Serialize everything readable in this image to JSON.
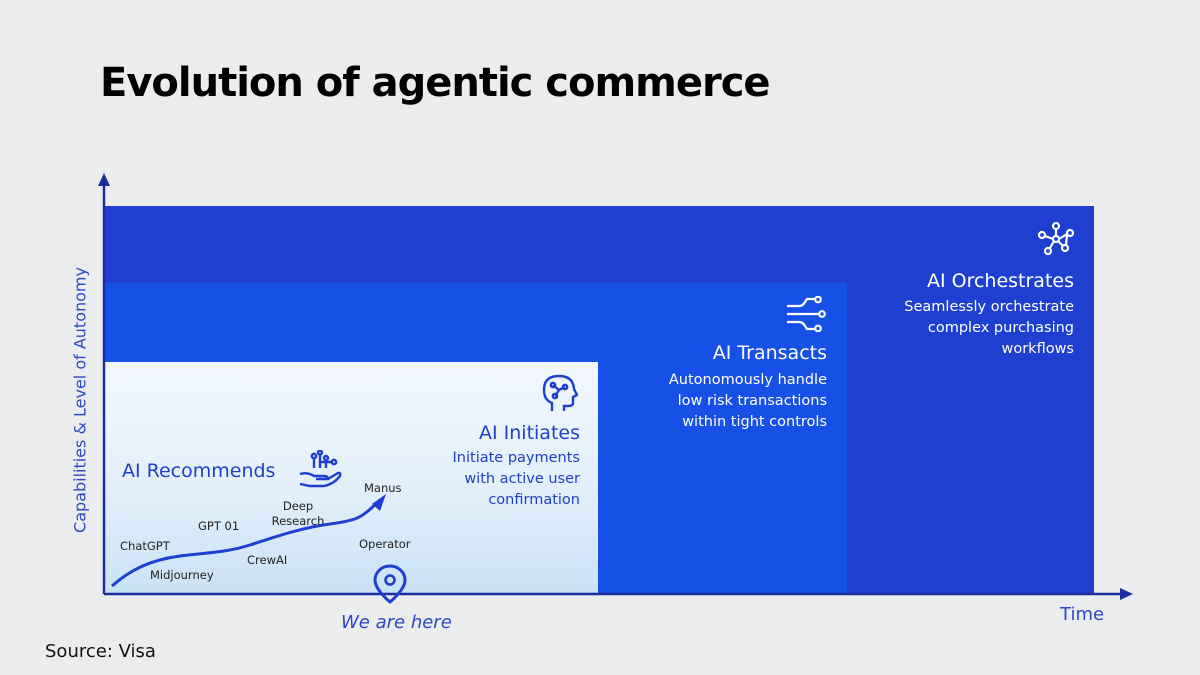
{
  "title": "Evolution of agentic commerce",
  "y_axis_label": "Capabilities & Level of Autonomy",
  "x_axis_label": "Time",
  "stages": [
    {
      "name": "AI Recommends",
      "description": "",
      "icon": "hand-with-circuit-icon"
    },
    {
      "name": "AI Initiates",
      "description": "Initiate payments with active user confirmation",
      "icon": "head-with-circuit-icon"
    },
    {
      "name": "AI Transacts",
      "description": "Autonomously handle low risk transactions within tight controls",
      "icon": "flow-lines-icon"
    },
    {
      "name": "AI Orchestrates",
      "description": "Seamlessly orchestrate complex purchasing workflows",
      "icon": "network-nodes-icon"
    }
  ],
  "tools": [
    "ChatGPT",
    "Midjourney",
    "GPT 01",
    "Deep Research",
    "CrewAI",
    "Manus",
    "Operator"
  ],
  "marker_label": "We are here",
  "source": "Source: Visa",
  "colors": {
    "orchestrates_block": "#1e3fd0",
    "transacts_block": "#1650e6",
    "initiates_block": "#e2effa",
    "axis": "#1a2f9e",
    "accent_text": "#2c49c4"
  }
}
